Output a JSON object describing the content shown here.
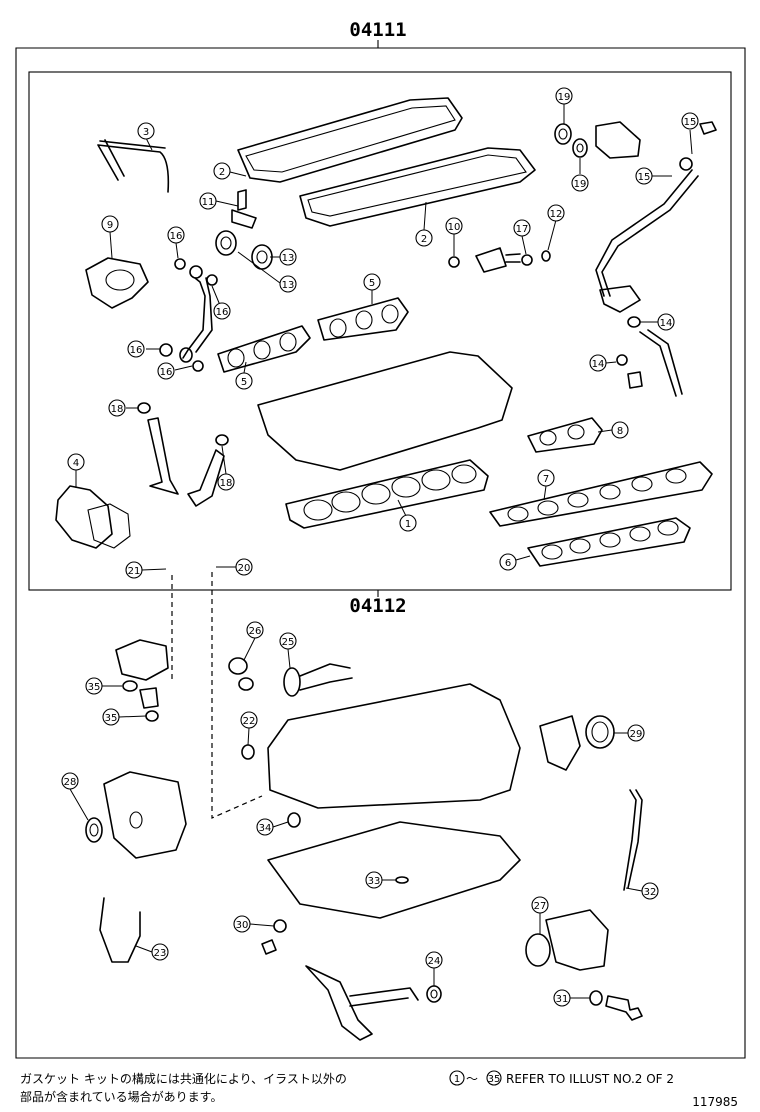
{
  "kit_upper": "04111",
  "kit_lower": "04112",
  "callouts": [
    "1",
    "2",
    "2",
    "3",
    "4",
    "5",
    "5",
    "6",
    "7",
    "8",
    "9",
    "10",
    "11",
    "12",
    "13",
    "13",
    "14",
    "14",
    "15",
    "15",
    "16",
    "16",
    "16",
    "16",
    "17",
    "18",
    "18",
    "19",
    "19",
    "20",
    "21",
    "22",
    "23",
    "24",
    "25",
    "26",
    "27",
    "28",
    "29",
    "30",
    "31",
    "32",
    "33",
    "34",
    "35",
    "35"
  ],
  "footnote_jp_line1": "ガスケット キットの構成には共通化により、イラスト以外の",
  "footnote_jp_line2": "部品が含まれている場合があります。",
  "refer_from": "1",
  "refer_tilde": "〜",
  "refer_to": "35",
  "refer_text": "REFER TO ILLUST NO.2 OF 2",
  "illustration_id": "117985"
}
